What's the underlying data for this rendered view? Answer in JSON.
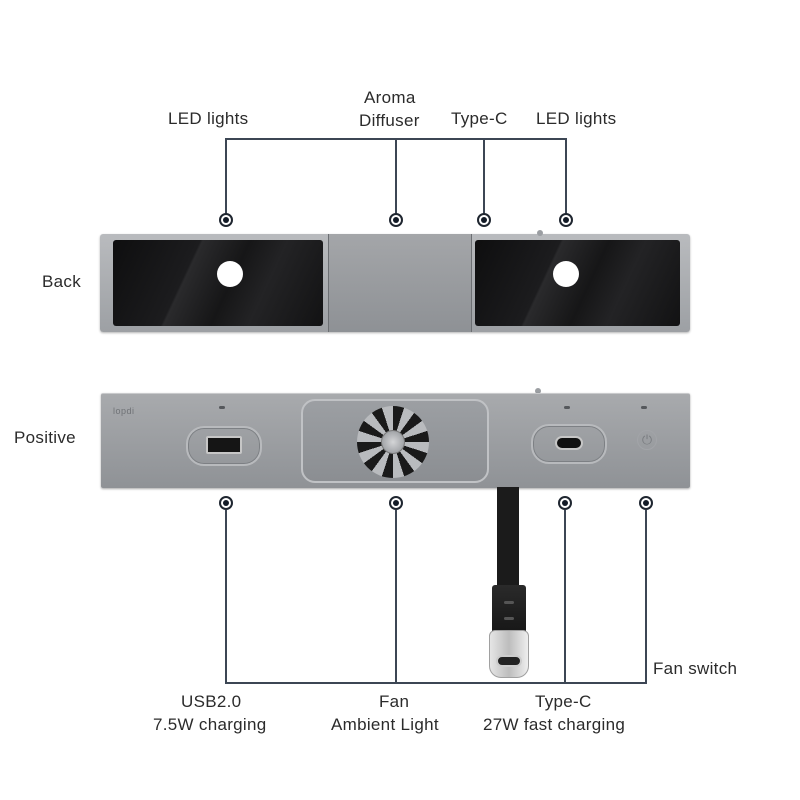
{
  "top_callouts": [
    {
      "id": "led-left",
      "text": "LED lights"
    },
    {
      "id": "aroma",
      "line1": "Aroma",
      "line2": "Diffuser"
    },
    {
      "id": "typec-back",
      "text": "Type-C"
    },
    {
      "id": "led-right",
      "text": "LED lights"
    }
  ],
  "side_labels": {
    "back": "Back",
    "front": "Positive"
  },
  "bottom_callouts": [
    {
      "id": "usb",
      "line1": "USB2.0",
      "line2": "7.5W charging"
    },
    {
      "id": "fan",
      "line1": "Fan",
      "line2": "Ambient Light"
    },
    {
      "id": "typec-front",
      "line1": "Type-C",
      "line2": "27W fast charging"
    },
    {
      "id": "fan-switch",
      "text": "Fan switch"
    }
  ],
  "device": {
    "logo_text": "lopdi",
    "power_symbol": "⏻"
  },
  "colors": {
    "leader_line": "#3c4654",
    "device_metal": "#9da0a4",
    "glass": "#151516"
  }
}
